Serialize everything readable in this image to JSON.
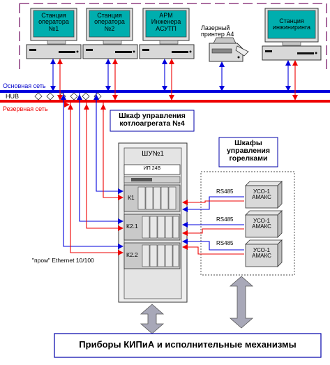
{
  "stations": [
    {
      "label": "Станция\nоператора\n№1"
    },
    {
      "label": "Станция\nоператора\n№2"
    },
    {
      "label": "АРМ\nИнженера\nАСУТП"
    },
    {
      "label": "Станция\nинжиниринга"
    }
  ],
  "printer": {
    "label": "Лазерный\nпринтер  А4"
  },
  "networks": {
    "main": "Основная сеть",
    "hub": "HUB",
    "reserve": "Резервная сеть"
  },
  "cabinet_title": "Шкаф управления\nкотлоагрегата №4",
  "shu": {
    "title": "ШУ№1",
    "module": "ИП 24В",
    "slots": [
      "К1",
      "К2.1",
      "К2.2"
    ]
  },
  "burner_title": "Шкафы\nуправления\nгорелками",
  "rs485": [
    "RS485",
    "RS485",
    "RS485"
  ],
  "uso": [
    "УСО-1\nАМАКС",
    "УСО-1\nАМАКС",
    "УСО-1\nАМАКС"
  ],
  "ethernet": "\"пром\" Ethernet 10/100",
  "bottom_title": "Приборы  КИПиА и исполнительные механизмы",
  "colors": {
    "main_net": "#0000dd",
    "reserve_net": "#ee0000",
    "screen": "#00aeae",
    "arrow_gray": "#a8a8b8",
    "dash": "#7a1a6a"
  }
}
